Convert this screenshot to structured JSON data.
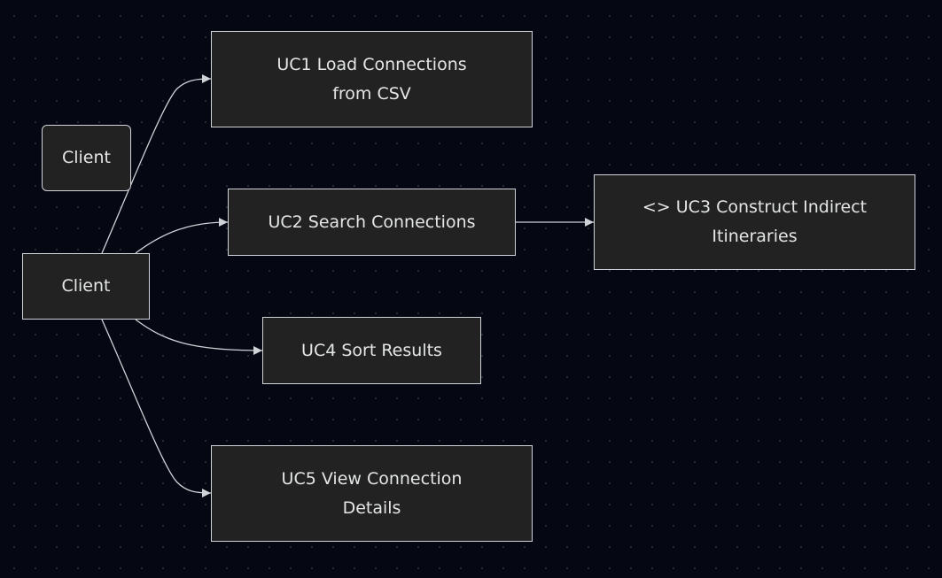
{
  "diagram": {
    "actor_label": "Client",
    "actor_node_label": "Client",
    "use_cases": [
      {
        "id": "uc1",
        "label": "UC1 Load Connections from CSV"
      },
      {
        "id": "uc2",
        "label": "UC2 Search Connections"
      },
      {
        "id": "uc3",
        "label": "<> UC3 Construct Indirect Itineraries"
      },
      {
        "id": "uc4",
        "label": "UC4 Sort Results"
      },
      {
        "id": "uc5",
        "label": "UC5 View Connection Details"
      }
    ],
    "edges": [
      {
        "from": "client",
        "to": "uc1"
      },
      {
        "from": "client",
        "to": "uc2"
      },
      {
        "from": "client",
        "to": "uc4"
      },
      {
        "from": "client",
        "to": "uc5"
      },
      {
        "from": "uc2",
        "to": "uc3"
      }
    ]
  }
}
